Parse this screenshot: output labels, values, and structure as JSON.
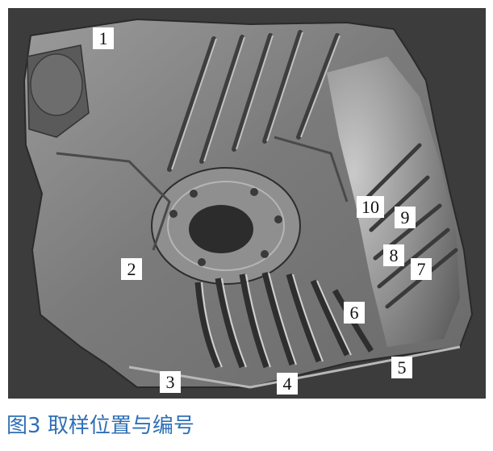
{
  "figure": {
    "labels": [
      "1",
      "2",
      "3",
      "4",
      "5",
      "6",
      "7",
      "8",
      "9",
      "10"
    ],
    "background_color": "#3c3c3c",
    "part_color": "#8a8a8a"
  },
  "caption": {
    "number": "图3",
    "text": "取样位置与编号",
    "color": "#2f6fb5"
  }
}
